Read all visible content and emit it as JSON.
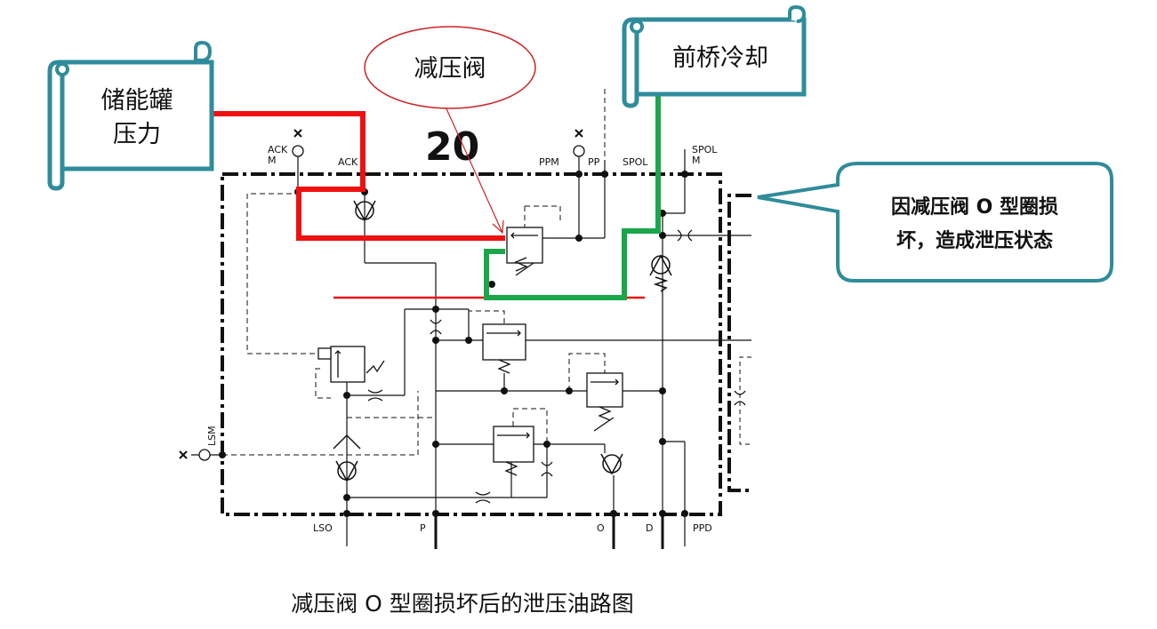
{
  "scroll_left": {
    "line1": "储能罐",
    "line2": "压力"
  },
  "scroll_right": {
    "text": "前桥冷却"
  },
  "ellipse_label": "减压阀",
  "block_number": "20",
  "callout": {
    "line1": "因减压阀 O 型圈损",
    "line2": "坏，造成泄压状态"
  },
  "caption": "减压阀 O 型圈损坏后的泄压油路图",
  "port_labels": {
    "ackm": "ACK",
    "ackm_m": "M",
    "ack": "ACK",
    "ppm": "PPM",
    "pp": "PP",
    "spol": "SPOL",
    "spolm": "SPOL",
    "spolm_m": "M",
    "lsm": "LSM",
    "lso": "LSO",
    "p": "P",
    "o": "O",
    "d": "D",
    "ppd": "PPD"
  },
  "colors": {
    "red_path": "#ee1111",
    "green_path": "#1aa64a",
    "teal_border": "#2f8c9a",
    "diagram_line": "#111111"
  }
}
